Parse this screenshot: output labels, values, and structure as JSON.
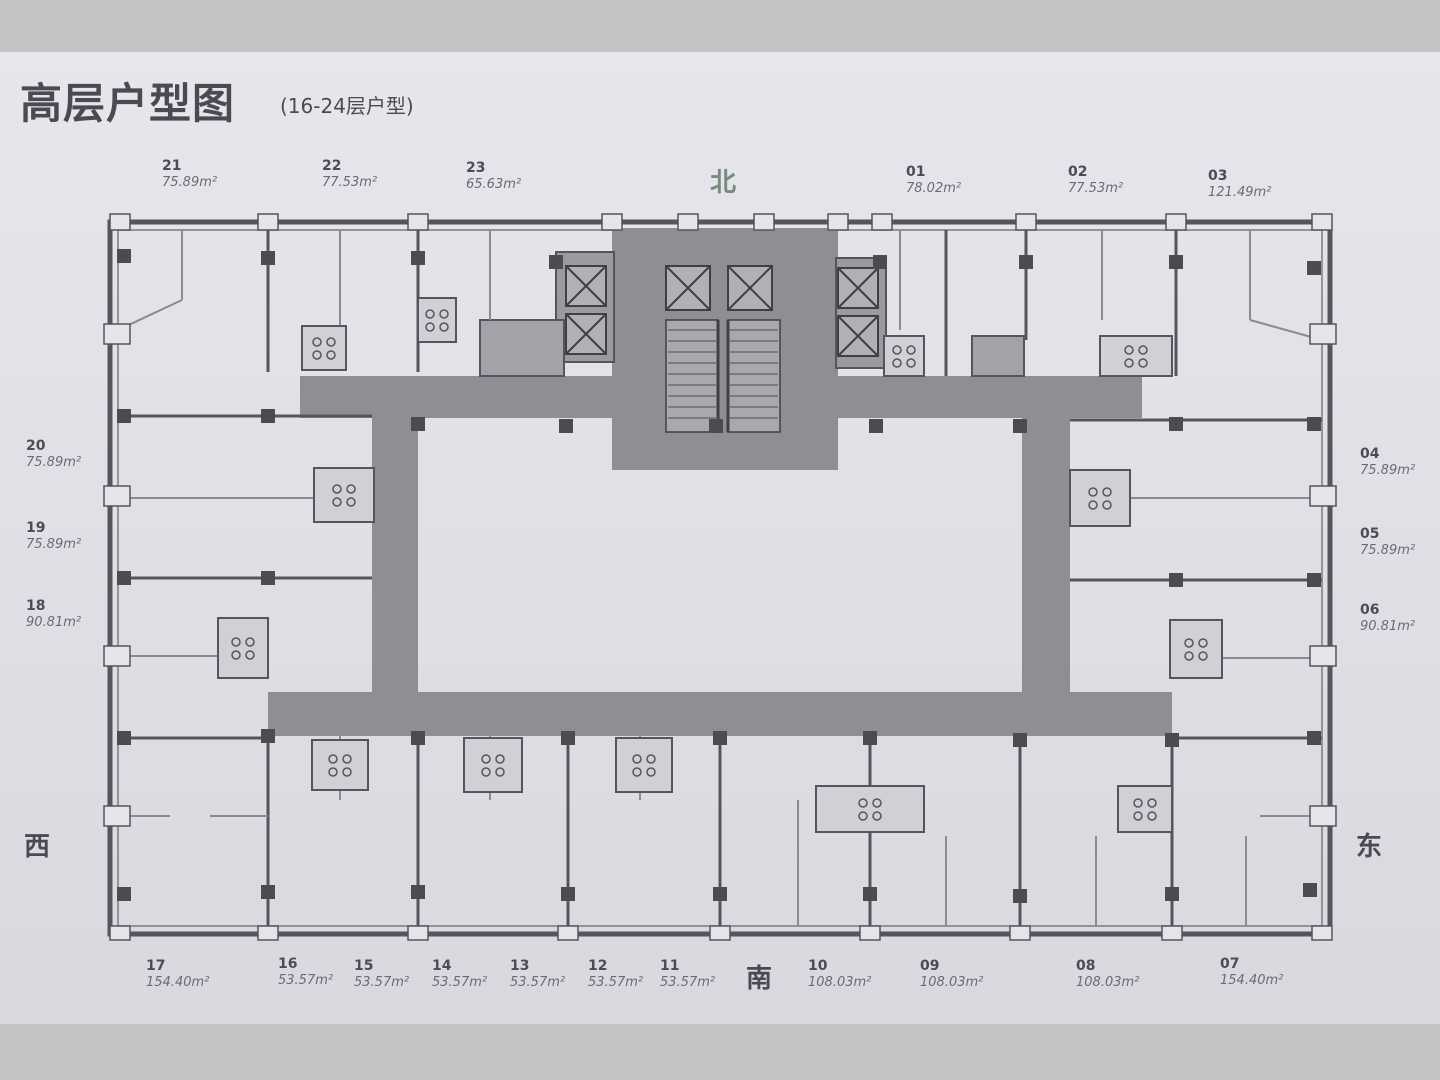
{
  "title": "高层户型图",
  "subtitle": "(16-24层户型)",
  "compass": {
    "north": "北",
    "south": "南",
    "west": "西",
    "east": "东"
  },
  "units": [
    {
      "id": "21",
      "area": "75.89m²"
    },
    {
      "id": "22",
      "area": "77.53m²"
    },
    {
      "id": "23",
      "area": "65.63m²"
    },
    {
      "id": "01",
      "area": "78.02m²"
    },
    {
      "id": "02",
      "area": "77.53m²"
    },
    {
      "id": "03",
      "area": "121.49m²"
    },
    {
      "id": "20",
      "area": "75.89m²"
    },
    {
      "id": "19",
      "area": "75.89m²"
    },
    {
      "id": "18",
      "area": "90.81m²"
    },
    {
      "id": "04",
      "area": "75.89m²"
    },
    {
      "id": "05",
      "area": "75.89m²"
    },
    {
      "id": "06",
      "area": "90.81m²"
    },
    {
      "id": "17",
      "area": "154.40m²"
    },
    {
      "id": "16",
      "area": "53.57m²"
    },
    {
      "id": "15",
      "area": "53.57m²"
    },
    {
      "id": "14",
      "area": "53.57m²"
    },
    {
      "id": "13",
      "area": "53.57m²"
    },
    {
      "id": "12",
      "area": "53.57m²"
    },
    {
      "id": "11",
      "area": "53.57m²"
    },
    {
      "id": "10",
      "area": "108.03m²"
    },
    {
      "id": "09",
      "area": "108.03m²"
    },
    {
      "id": "08",
      "area": "108.03m²"
    },
    {
      "id": "07",
      "area": "154.40m²"
    }
  ],
  "colors": {
    "corridor": "#8e8e95",
    "wall": "#55555d",
    "column": "#4b4b52",
    "background": "#e2e2e8"
  }
}
